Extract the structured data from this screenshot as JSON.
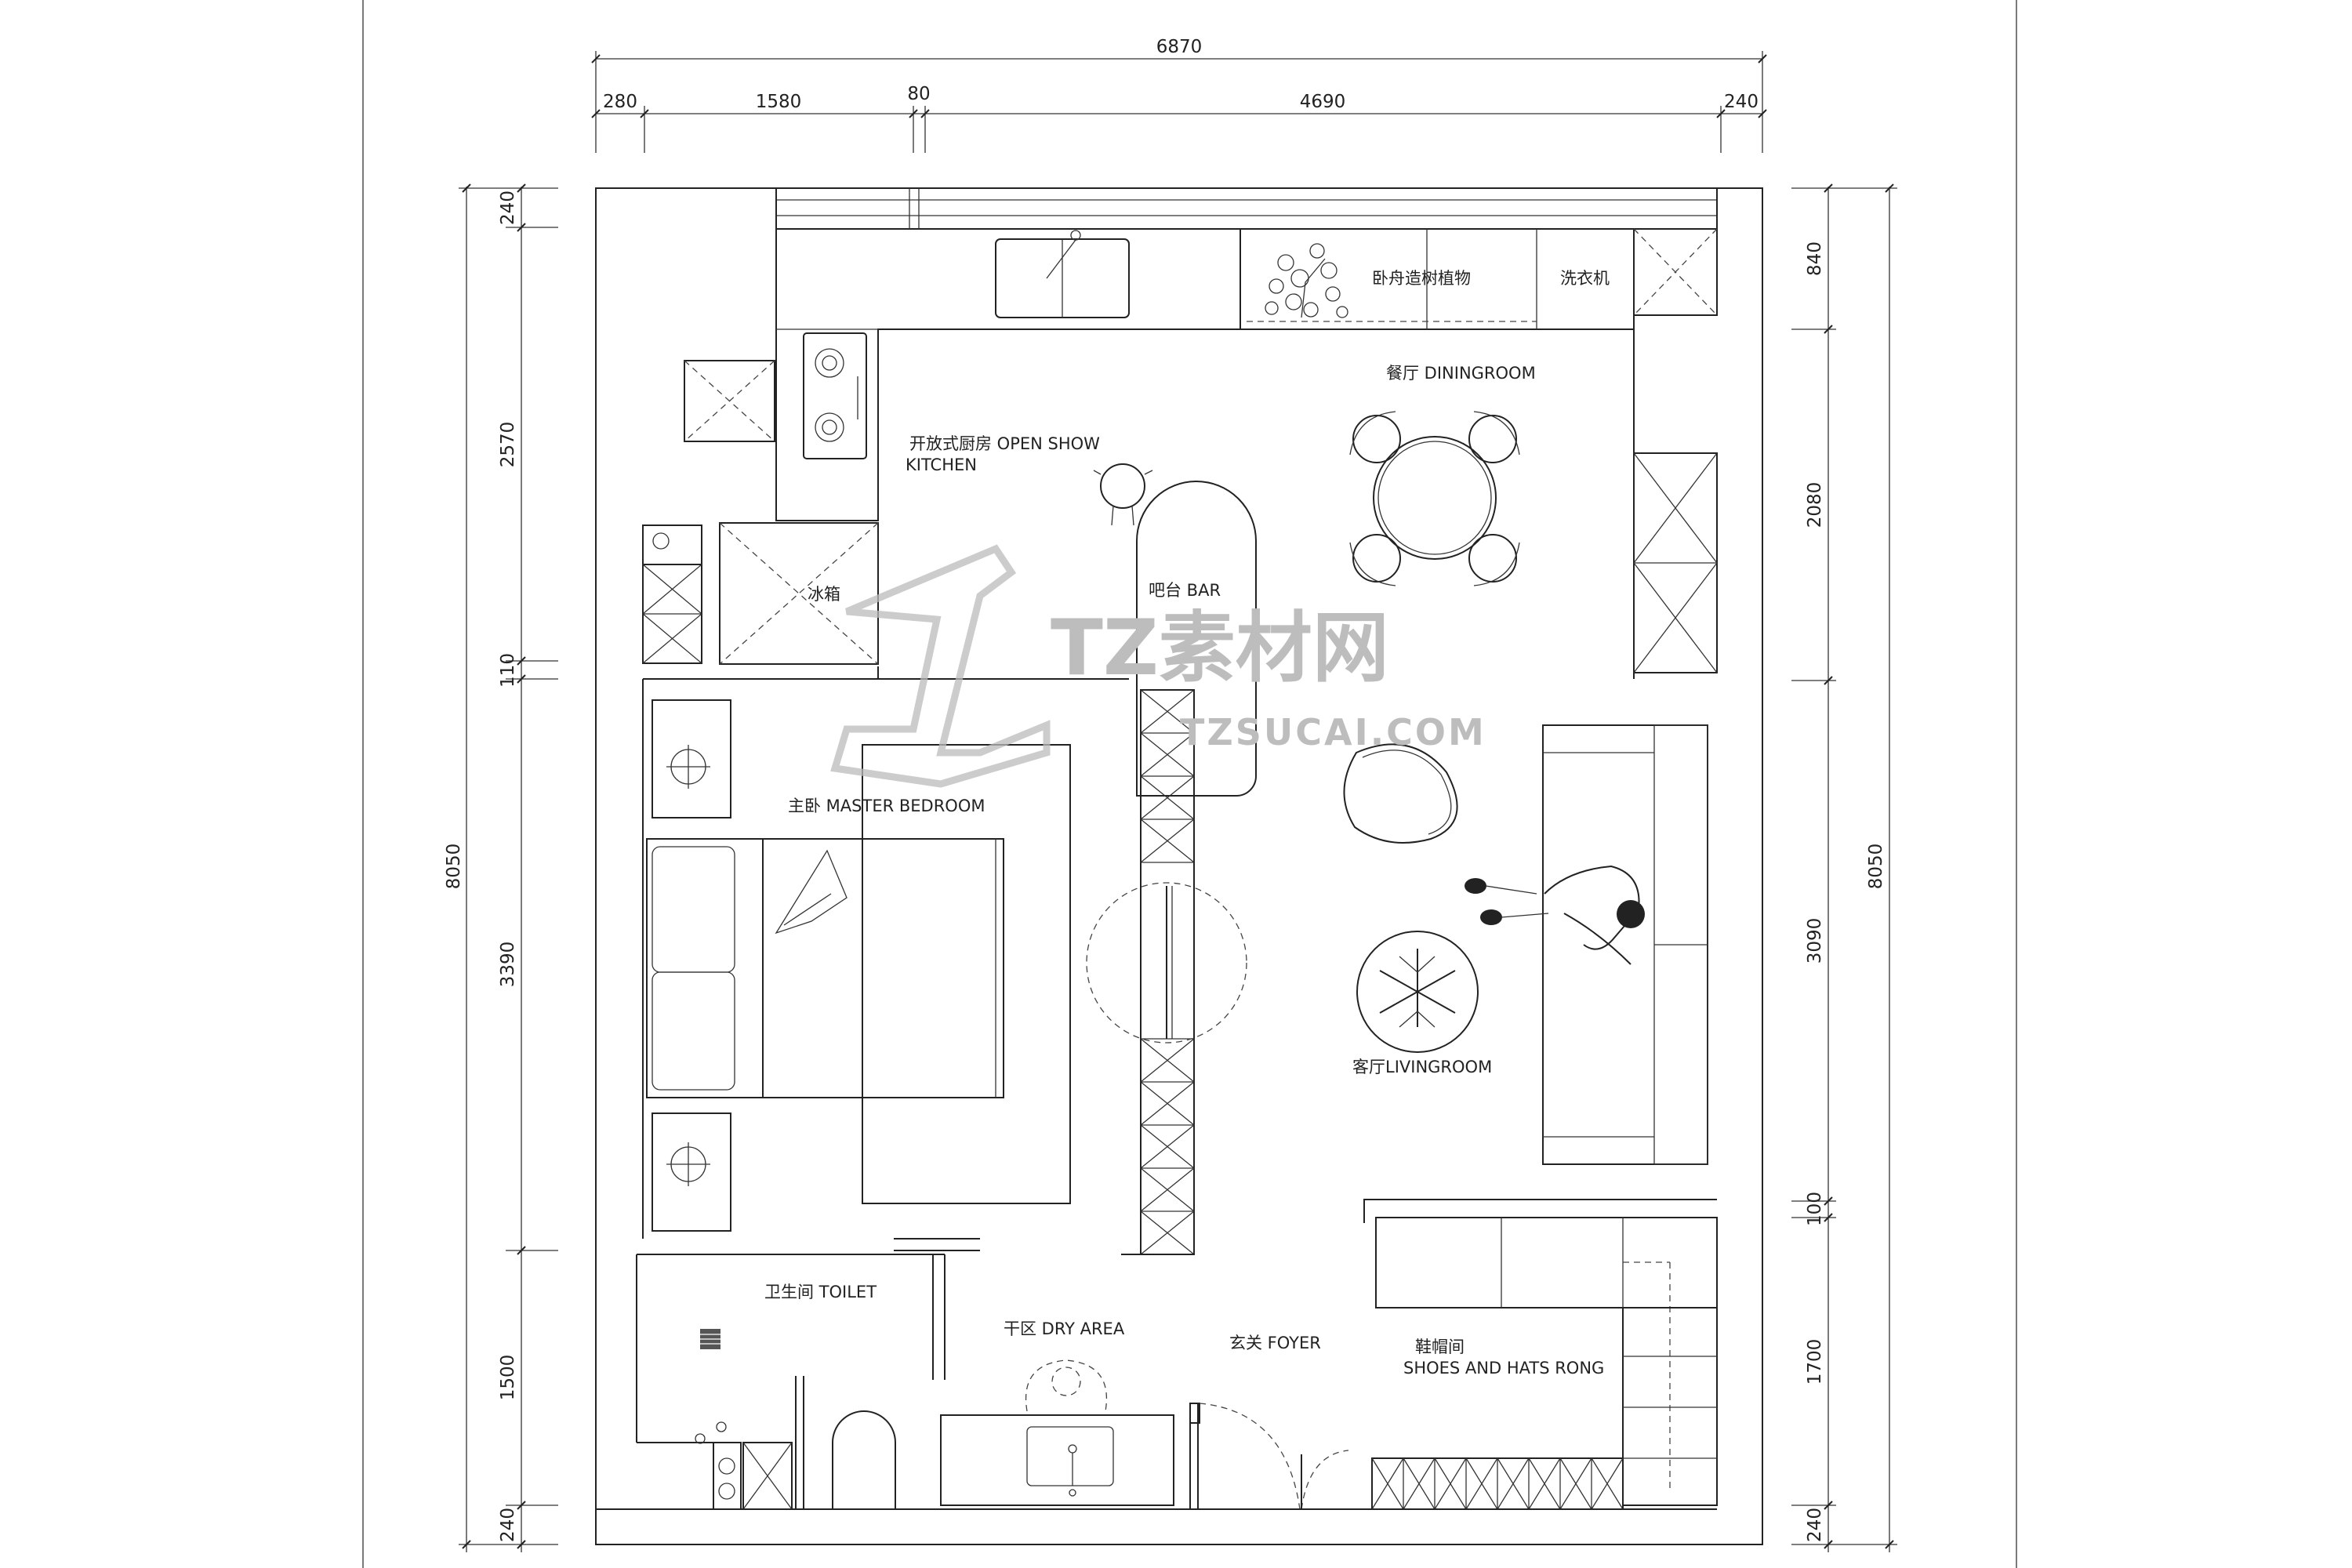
{
  "dimensions": {
    "top_total": "6870",
    "top_segments": [
      "280",
      "1580",
      "80",
      "4690",
      "240"
    ],
    "left_total": "8050",
    "left_segments": [
      "240",
      "2570",
      "110",
      "3390",
      "1500",
      "240"
    ],
    "right_total": "8050",
    "right_segments": [
      "840",
      "2080",
      "3090",
      "100",
      "1700",
      "240"
    ]
  },
  "rooms": {
    "kitchen_line1": "开放式厨房  OPEN SHOW",
    "kitchen_line2": "KITCHEN",
    "dining": "餐厅  DININGROOM",
    "bar": "吧台  BAR",
    "master_bedroom": "主卧  MASTER BEDROOM",
    "living": "客厅LIVINGROOM",
    "toilet": "卫生间  TOILET",
    "dry_area": "干区  DRY AREA",
    "foyer": "玄关  FOYER",
    "shoes_line1": "鞋帽间",
    "shoes_line2": "SHOES AND HATS RONG"
  },
  "fixtures": {
    "fridge": "冰箱",
    "cabinet": "卧舟造树植物",
    "washer": "洗衣机"
  },
  "watermark": {
    "name": "TZ素材网",
    "url": "TZSUCAI.COM"
  }
}
